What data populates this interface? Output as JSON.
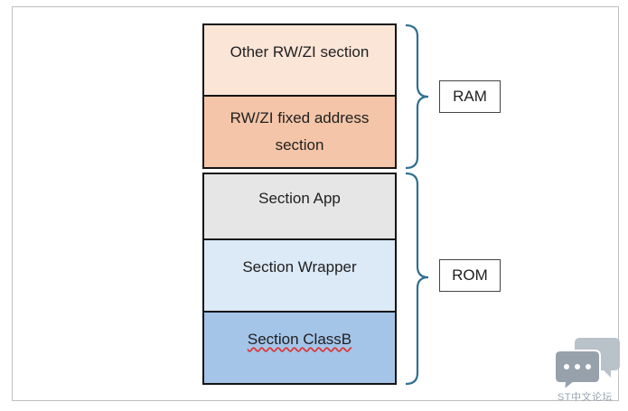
{
  "diagram": {
    "blocks": [
      {
        "id": "other",
        "label": "Other RW/ZI section"
      },
      {
        "id": "fixed",
        "label": "RW/ZI fixed address section"
      },
      {
        "id": "app",
        "label": "Section App"
      },
      {
        "id": "wrapper",
        "label": "Section Wrapper"
      },
      {
        "id": "classb",
        "label": "Section ClassB"
      }
    ],
    "regions": [
      {
        "id": "ram",
        "label": "RAM"
      },
      {
        "id": "rom",
        "label": "ROM"
      }
    ],
    "colors": {
      "other": "#fbe5d6",
      "fixed": "#f4c5a8",
      "app": "#e6e6e6",
      "wrapper": "#dce9f6",
      "classb": "#a4c4e8",
      "brace": "#2f6f8f"
    }
  },
  "watermark": {
    "text": "ST中文论坛",
    "icon": "chat-bubbles-icon"
  }
}
